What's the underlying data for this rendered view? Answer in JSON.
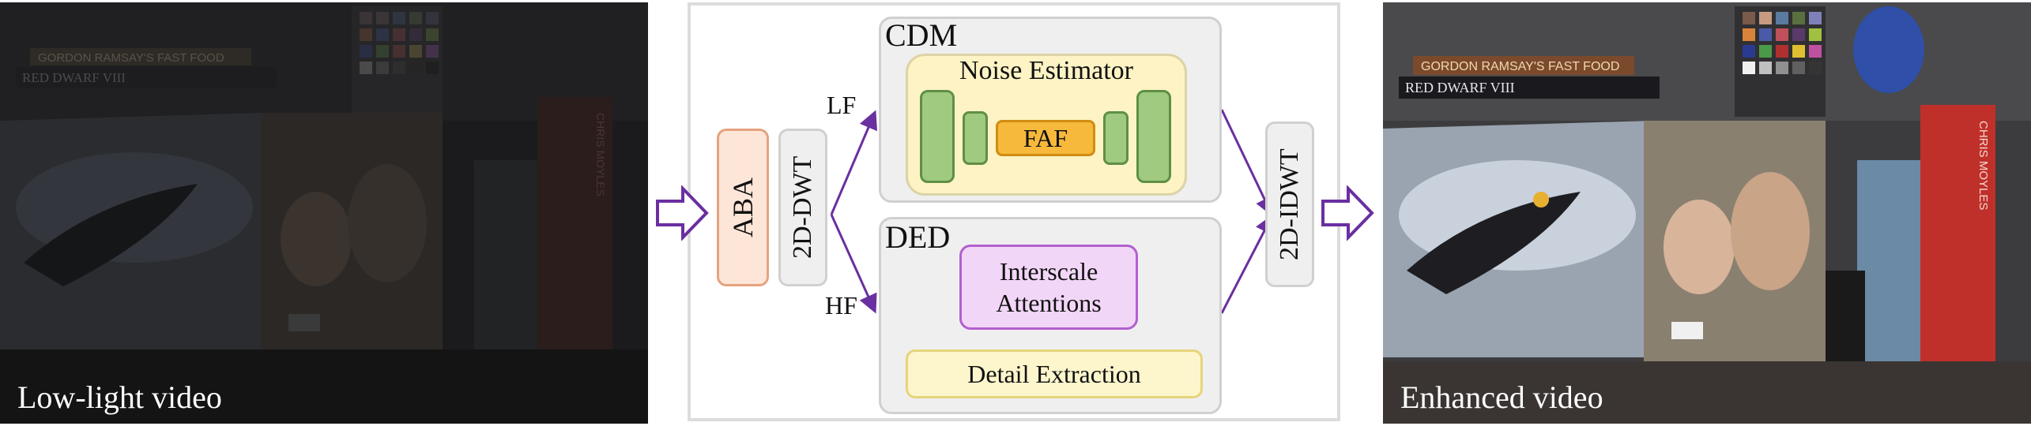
{
  "left_image": {
    "caption": "Low-light video"
  },
  "right_image": {
    "caption": "Enhanced video"
  },
  "book_spines": {
    "top_book": "GORDON RAMSAY'S FAST FOOD",
    "second_book": "RED DWARF VIII",
    "right_book": "CHRIS MOYLES"
  },
  "diagram": {
    "aba": "ABA",
    "dwt": "2D-DWT",
    "idwt": "2D-IDWT",
    "lf": "LF",
    "hf": "HF",
    "cdm": {
      "title": "CDM",
      "noise_estimator": "Noise Estimator",
      "faf": "FAF"
    },
    "ded": {
      "title": "DED",
      "interscale_line1": "Interscale",
      "interscale_line2": "Attentions",
      "detail_extraction": "Detail Extraction"
    }
  },
  "colors": {
    "aba_fill": "#fde6d8",
    "aba_border": "#e6a27e",
    "module_bg": "#efefef",
    "module_border": "#cfcfcf",
    "noise_fill": "#fdf3c4",
    "noise_border": "#e3d28a",
    "green_fill": "#9fca7f",
    "green_border": "#5f8f45",
    "faf_fill": "#f6b93b",
    "faf_border": "#d18d12",
    "interscale_fill": "#f2d6f7",
    "interscale_border": "#b35fd0",
    "detail_fill": "#fdf6cc",
    "detail_border": "#e6d47a",
    "arrow": "#6a2fa0"
  }
}
